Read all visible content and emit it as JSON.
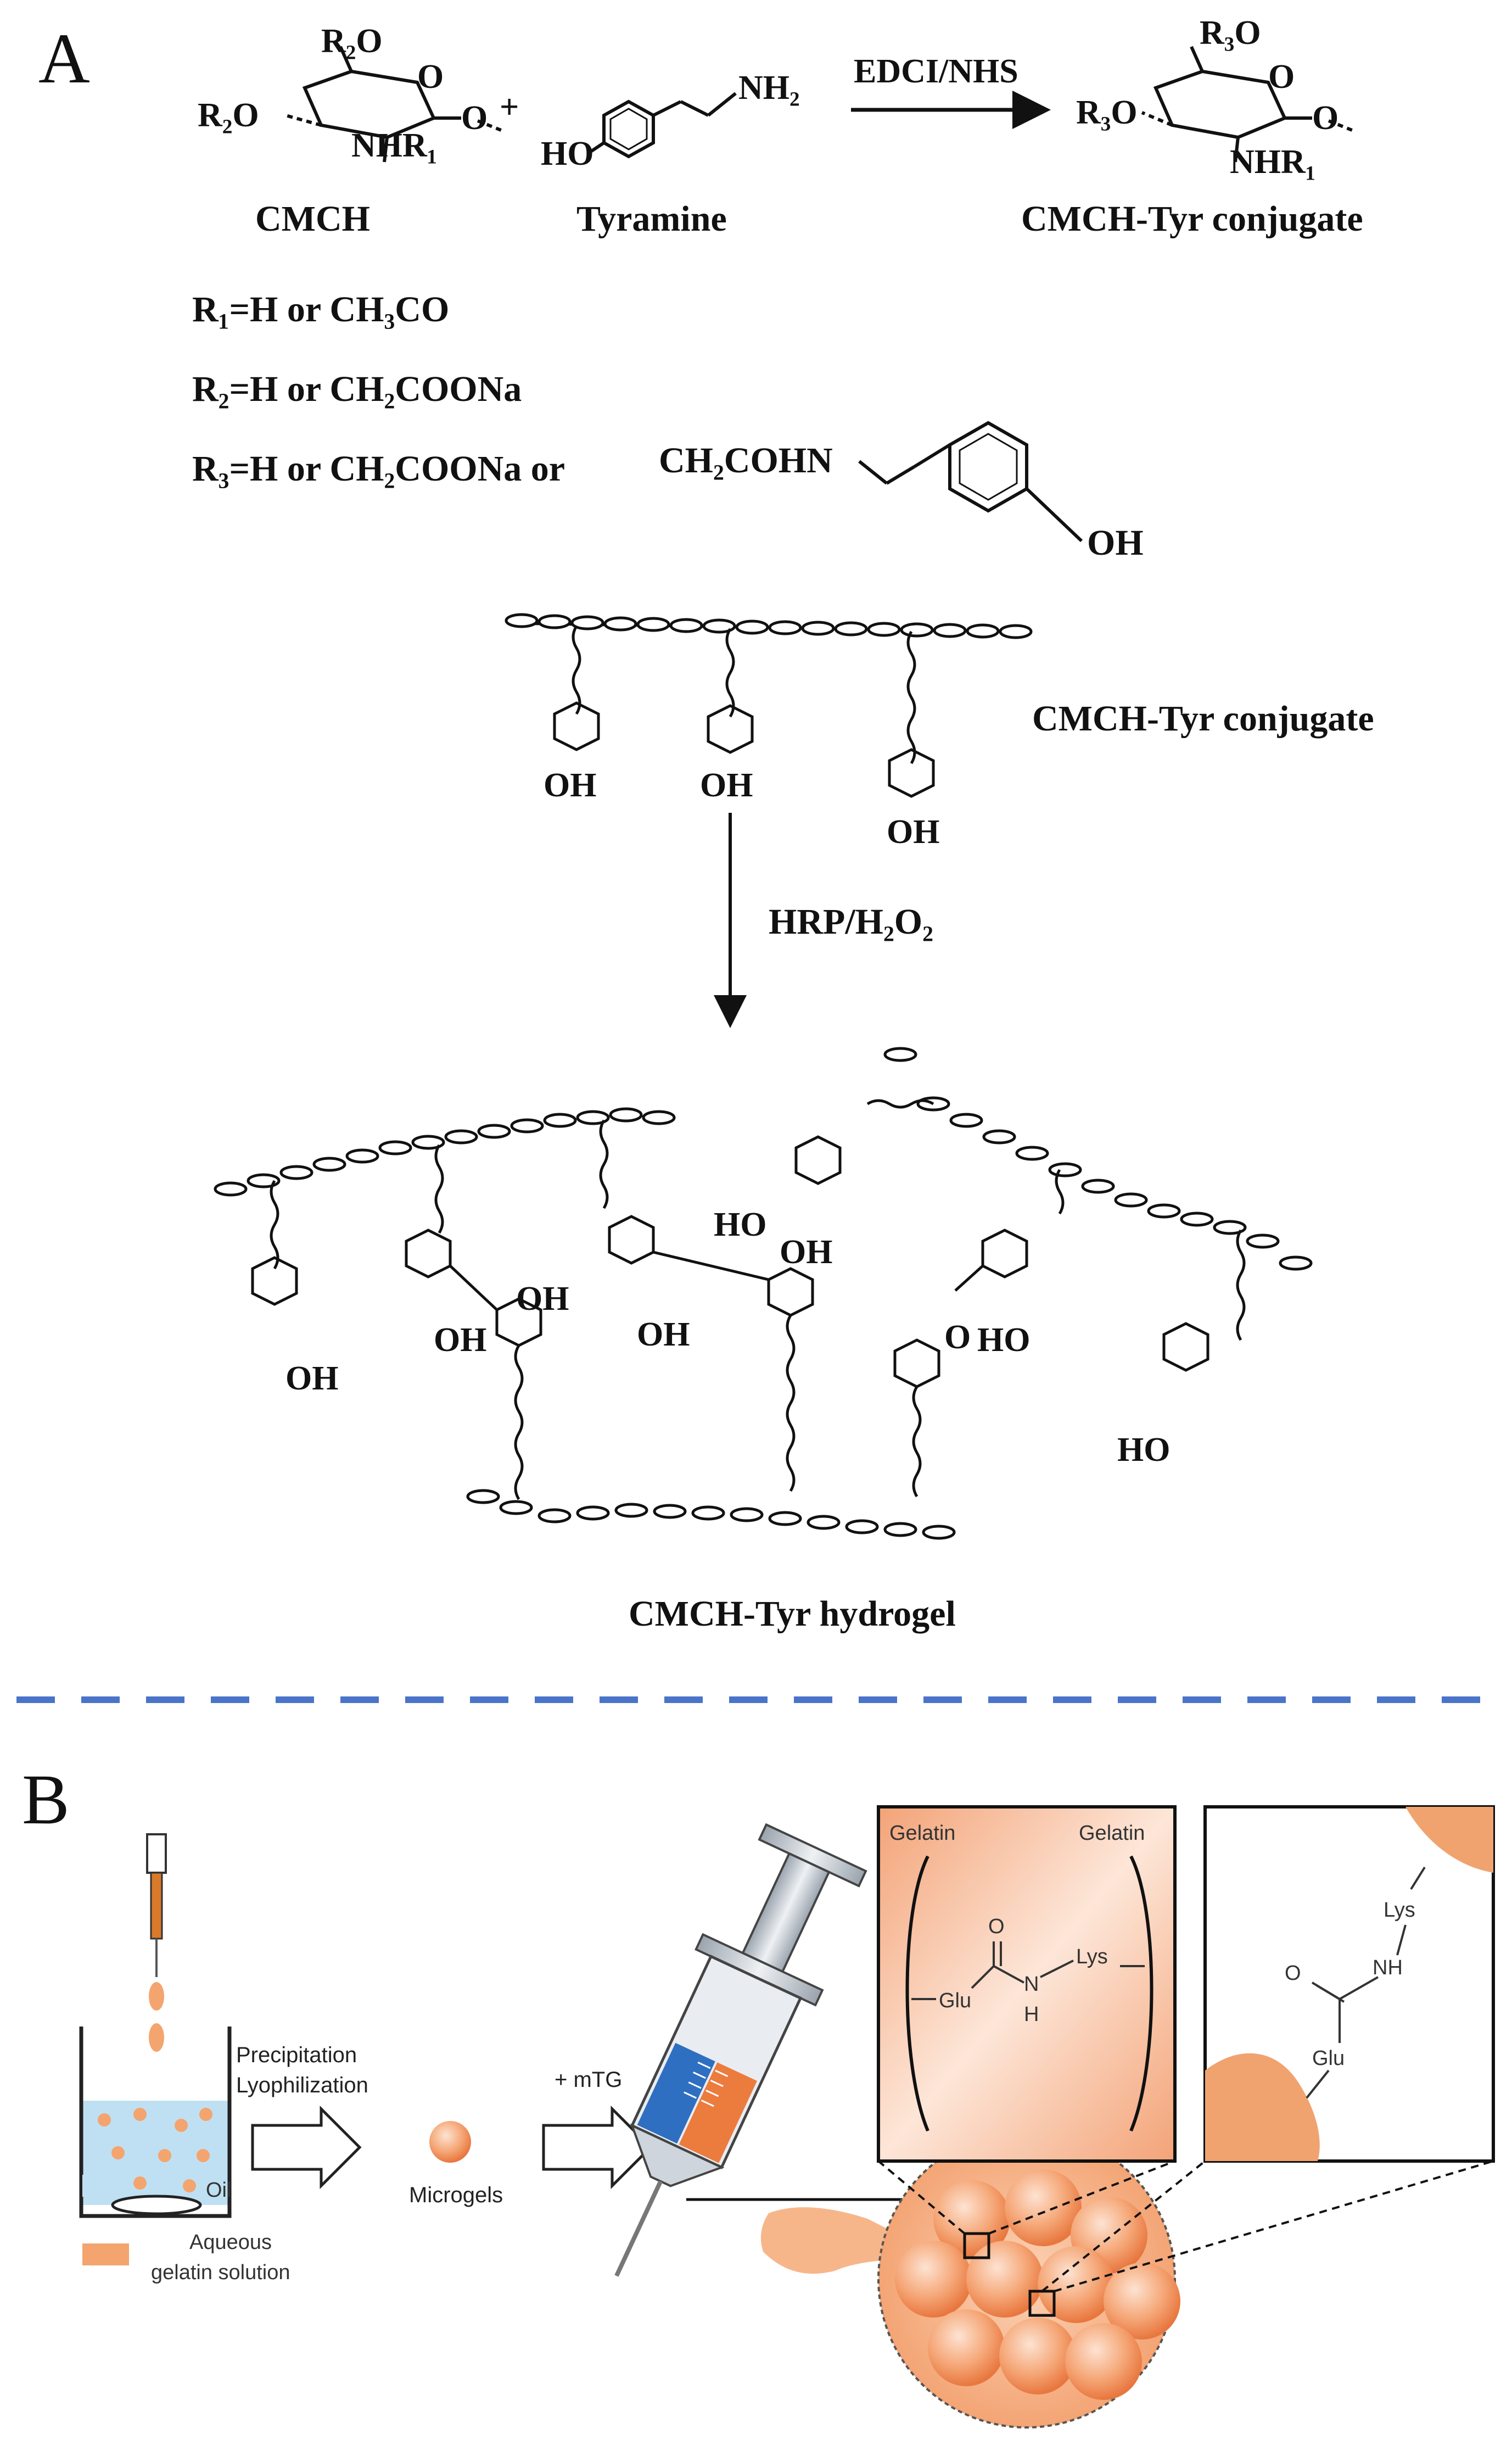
{
  "panelA": {
    "panel_label": "A",
    "reaction": {
      "cmch_r2o_top": "R₂O",
      "cmch_r2o_left": "R₂O",
      "cmch_o_ring": "O",
      "cmch_o_link": "O",
      "cmch_nhr1": "NHR₁",
      "plus": "+",
      "tyr_nh2": "NH₂",
      "tyr_ho": "HO",
      "reagent": "EDCI/NHS",
      "prod_r3o_top": "R₃O",
      "prod_r3o_left": "R₃O",
      "prod_o_ring": "O",
      "prod_o_link": "O",
      "prod_nhr1": "NHR₁"
    },
    "names": {
      "cmch": "CMCH",
      "tyramine": "Tyramine",
      "conjugate": "CMCH-Tyr conjugate"
    },
    "definitions": {
      "r1": "R₁=H or CH₃CO",
      "r2": "R₂=H or CH₂COONa",
      "r3": "R₃=H or CH₂COONa or",
      "r3_group": "CH₂COHN",
      "r3_oh": "OH"
    },
    "conjugate_label": "CMCH-Tyr conjugate",
    "oh": "OH",
    "ho": "HO",
    "o": "O",
    "enzyme": "HRP/H₂O₂",
    "hydrogel_label": "CMCH-Tyr hydrogel"
  },
  "panelB": {
    "panel_label": "B",
    "step1": "Precipitation",
    "step2": "Lyophilization",
    "microgels": "Microgels",
    "mtg": "+ mTG",
    "legend_oil": "Oil",
    "legend_gel_1": "Aqueous",
    "legend_gel_2": "gelatin solution",
    "gelatin_left": "Gelatin",
    "gelatin_right": "Gelatin",
    "glu": "Glu",
    "lys": "Lys",
    "nh": "NH",
    "n": "N",
    "h": "H",
    "o": "O"
  },
  "colors": {
    "divider": "#4a74c9",
    "oil": "#bfe0f2",
    "gelatin": "#f4a46e",
    "bead": "#ef7d45",
    "box_fill": "#f7b48c"
  }
}
